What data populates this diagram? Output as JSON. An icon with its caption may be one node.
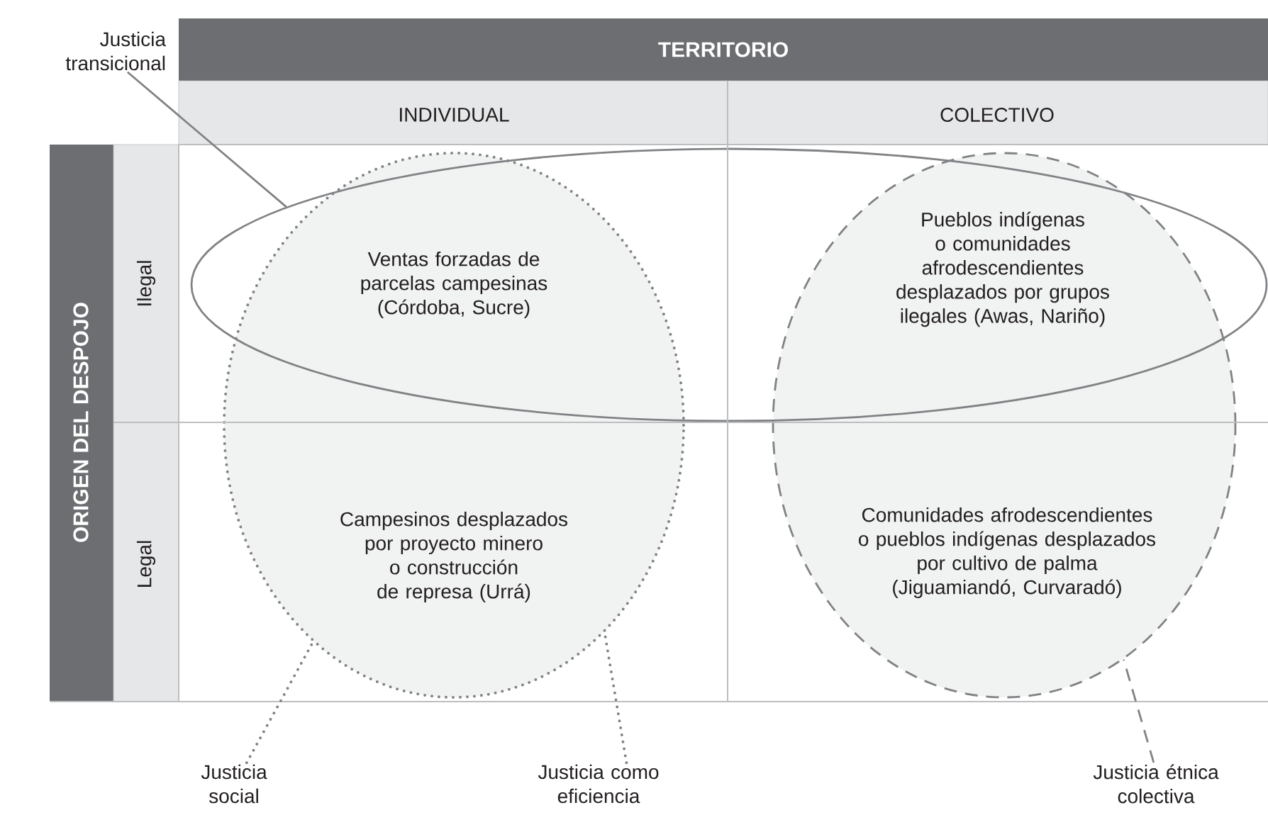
{
  "diagram": {
    "nodes": [
      {
        "text": [
          "Justicia transicional"
        ]
      },
      {
        "text": [],
        "shape": "ellipse"
      },
      {
        "text": [],
        "shape": "ellipse"
      },
      {
        "text": [],
        "shape": "ellipse"
      },
      {
        "text": [
          "Justicia social"
        ]
      },
      {
        "text": [
          "Justicia como eficiencia"
        ]
      },
      {
        "text": [
          "Justicia étnica colectiva"
        ]
      }
    ],
    "edges": [
      {
        "from": 0,
        "to": 1,
        "arrow": "none"
      },
      {
        "from": 4,
        "to": 2,
        "arrow": "none",
        "style": "dashed"
      },
      {
        "from": 5,
        "to": 2,
        "arrow": "none",
        "style": "dashed"
      },
      {
        "from": 6,
        "to": 3,
        "arrow": "none",
        "style": "dashed"
      }
    ],
    "labels": [
      "TERRITORIO",
      "INDIVIDUAL",
      "COLECTIVO",
      "ORIGEN DEL DESPOJO",
      "Ilegal",
      "Ventas forzadas de parcelas campesinas (Córdoba, Sucre)",
      "Pueblos indígenas o comunidades afrodescendientes desplazados por grupos ilegales (Awas, Nariño)",
      "Legal",
      "Campesinos desplazados por proyecto minero o construcción de represa (Urrá)",
      "Comunidades afrodescendientes o pueblos indígenas desplazados por cultivo de palma (Jiguamiandó, Curvaradó)"
    ]
  }
}
